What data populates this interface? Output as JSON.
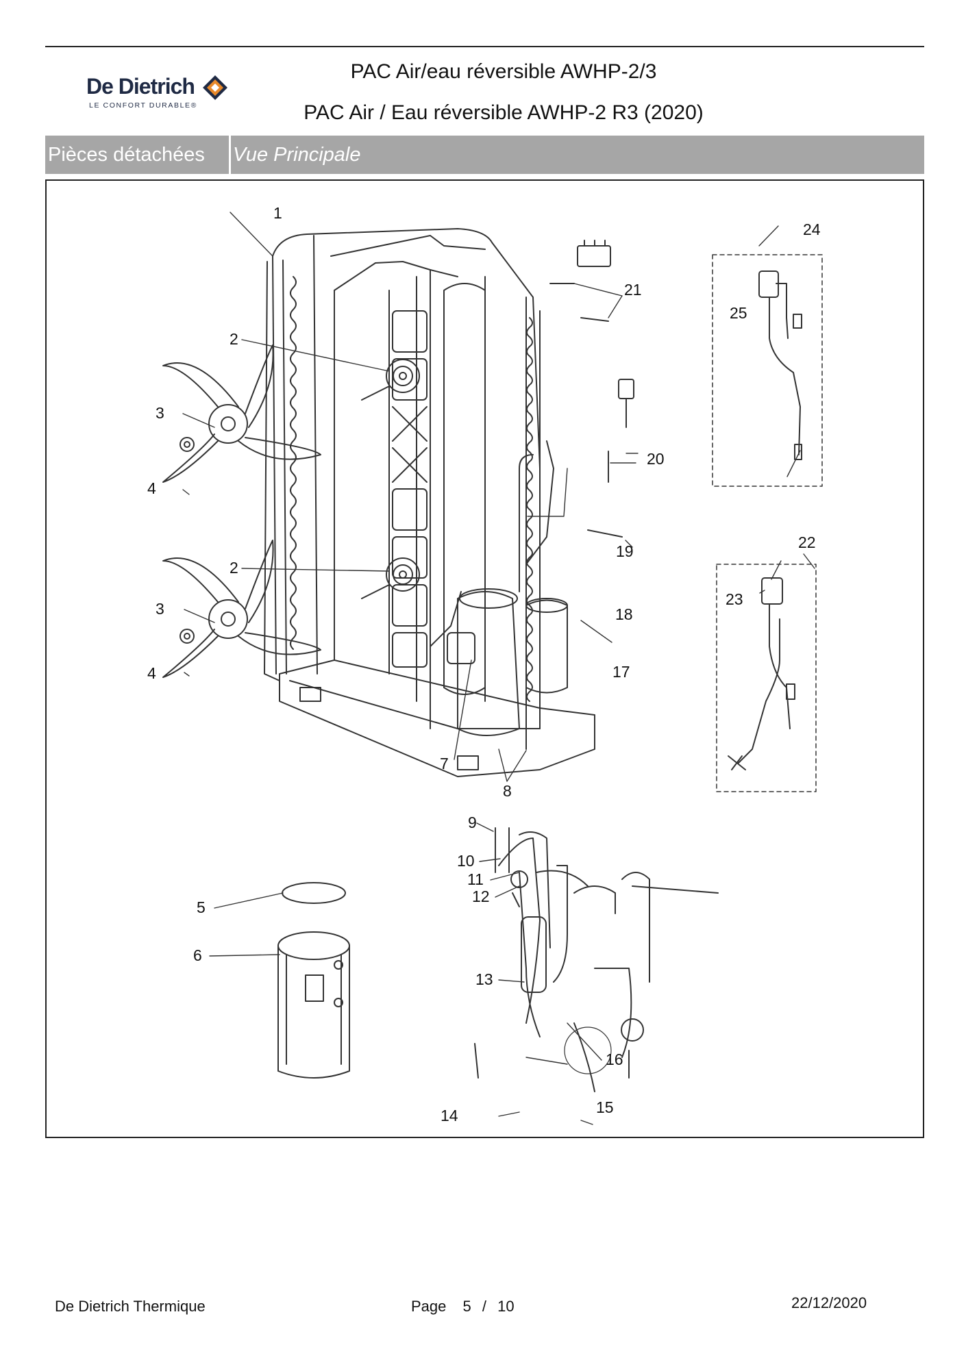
{
  "header": {
    "brand": "De Dietrich",
    "brand_tagline": "LE CONFORT DURABLE®",
    "title_line1": "PAC Air/eau réversible AWHP-2/3",
    "title_line2": "PAC Air / Eau réversible AWHP-2 R3 (2020)"
  },
  "section_bar": {
    "category": "Pièces détachées",
    "view": "Vue Principale"
  },
  "callouts": [
    "1",
    "2",
    "2",
    "3",
    "3",
    "4",
    "4",
    "5",
    "6",
    "7",
    "8",
    "9",
    "10",
    "11",
    "12",
    "13",
    "14",
    "15",
    "16",
    "17",
    "18",
    "19",
    "20",
    "21",
    "22",
    "23",
    "24",
    "25"
  ],
  "footer": {
    "company": "De Dietrich Thermique",
    "page_label": "Page",
    "page_current": "5",
    "page_sep": "/",
    "page_total": "10",
    "date": "22/12/2020"
  },
  "colors": {
    "bar": "#a6a6a6",
    "brand_orange": "#e8892a",
    "brand_navy": "#1f2a44"
  }
}
